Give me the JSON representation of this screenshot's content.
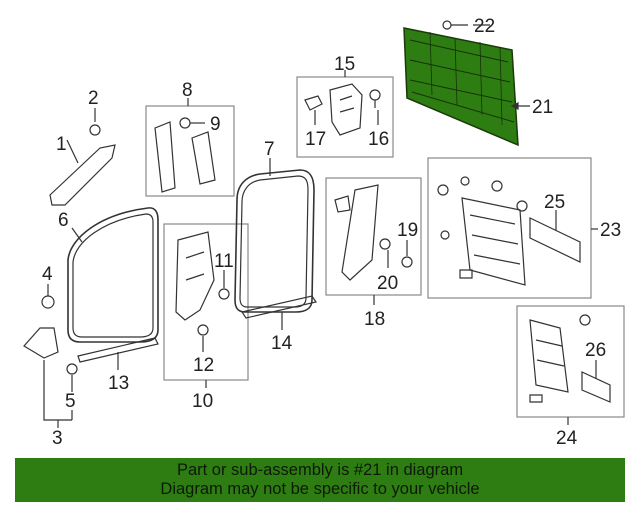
{
  "callouts": {
    "c1": "1",
    "c2": "2",
    "c3": "3",
    "c4": "4",
    "c5": "5",
    "c6": "6",
    "c7": "7",
    "c8": "8",
    "c9": "9",
    "c10": "10",
    "c11": "11",
    "c12": "12",
    "c13": "13",
    "c14": "14",
    "c15": "15",
    "c16": "16",
    "c17": "17",
    "c18": "18",
    "c19": "19",
    "c20": "20",
    "c21": "21",
    "c22": "22",
    "c23": "23",
    "c24": "24",
    "c25": "25",
    "c26": "26"
  },
  "highlight_part": "21",
  "colors": {
    "highlight": "#2e7d13",
    "line": "#333333",
    "box_border": "#888888",
    "banner_bg": "#2e7d13"
  },
  "banner": {
    "line1": "Part or sub-assembly is #21 in diagram",
    "line2": "Diagram may not be specific to your vehicle"
  }
}
